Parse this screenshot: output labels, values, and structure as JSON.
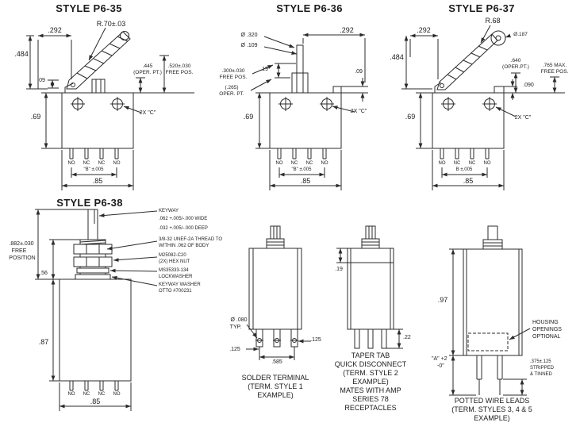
{
  "page": {
    "background": "#ffffff",
    "line_color": "#2b2b2b"
  },
  "titles": {
    "p635": "STYLE P6-35",
    "p636": "STYLE P6-36",
    "p637": "STYLE P6-37",
    "p638": "STYLE P6-38"
  },
  "p635": {
    "dim_292": ".292",
    "radius": "R.70±.03",
    "dim_484": ".484",
    "dim_09": ".09",
    "oper_val": ".445",
    "oper_lbl": "(OPER. PT.)",
    "free_val": ".520±.030",
    "free_lbl": "FREE POS.",
    "dim_69": ".69",
    "holes": "2X \"C\"",
    "terminals": [
      "NO",
      "NC",
      "NC",
      "NO"
    ],
    "dim_b": "\"B\" ±.005",
    "dim_85": ".85"
  },
  "p636": {
    "dia_320": "Ø .320",
    "dia_109": "Ø .109",
    "dim_292": ".292",
    "dim_19": ".19",
    "free_val": ".300±.030",
    "free_lbl": "FREE POS.",
    "oper_val": "(.265)",
    "oper_lbl": "OPER. PT.",
    "dim_09": ".09",
    "dim_69": ".69",
    "holes": "2X \"C\"",
    "terminals": [
      "NO",
      "NC",
      "NC",
      "NO"
    ],
    "dim_b": "\"B\" ±.005",
    "dim_85": ".85"
  },
  "p637": {
    "radius": "R.68",
    "dia_187": "Ø.187",
    "dim_292": ".292",
    "dim_484": ".484",
    "oper_val": ".640",
    "oper_lbl": "(OPER.PT.)",
    "free_val": ".765 MAX.",
    "free_lbl": "FREE POS.",
    "dim_090": ".090",
    "dim_69": ".69",
    "holes": "2X \"C\"",
    "terminals": [
      "NO",
      "NC",
      "NC",
      "NO"
    ],
    "dim_b": "B ±.005",
    "dim_85": ".85"
  },
  "p638": {
    "keyway": "KEYWAY",
    "keyway_wide": ".062 +.005/-.000 WIDE",
    "keyway_deep": ".032 +.005/-.000 DEEP",
    "thread_1": "3/8-32 UNEF-2A THREAD TO",
    "thread_2": "WITHIN .062 OF BODY",
    "nut_1": "M25082-C20",
    "nut_2": "(2X) HEX NUT",
    "lockwasher_1": "MS35333-134",
    "lockwasher_2": "LOCKWASHER",
    "keyway_washer_1": "KEYWAY WASHER",
    "keyway_washer_2": "OTTO #700231",
    "free_1": ".882±.030",
    "free_2": "FREE",
    "free_3": "POSITION",
    "dim_56": ".56",
    "dim_87": ".87",
    "terminals": [
      "NO",
      "NC",
      "NC",
      "NO"
    ],
    "dim_85": ".85"
  },
  "solder": {
    "dia_val": "Ø .080",
    "dia_typ": "TYP.",
    "dim_125_left": ".125",
    "dim_125_right": ".125",
    "dim_585": ".585",
    "caption": [
      "SOLDER TERMINAL",
      "(TERM. STYLE 1",
      "EXAMPLE)"
    ]
  },
  "taper": {
    "dim_19": ".19",
    "dim_22": ".22",
    "caption": [
      "TAPER TAB",
      "QUICK DISCONNECT",
      "(TERM. STYLE 2",
      "EXAMPLE)",
      "MATES WITH AMP",
      "SERIES 78",
      "RECEPTACLES"
    ]
  },
  "potted": {
    "dim_97": ".97",
    "housing_1": "HOUSING",
    "housing_2": "OPENINGS",
    "housing_3": "OPTIONAL",
    "length_1": "\"A\" +2",
    "length_2": "-0\"",
    "strip_1": ".375±.125",
    "strip_2": "STRIPPED",
    "strip_3": "& TINNED",
    "caption": [
      "POTTED WIRE LEADS",
      "(TERM. STYLES 3, 4 & 5",
      "EXAMPLE)"
    ]
  }
}
